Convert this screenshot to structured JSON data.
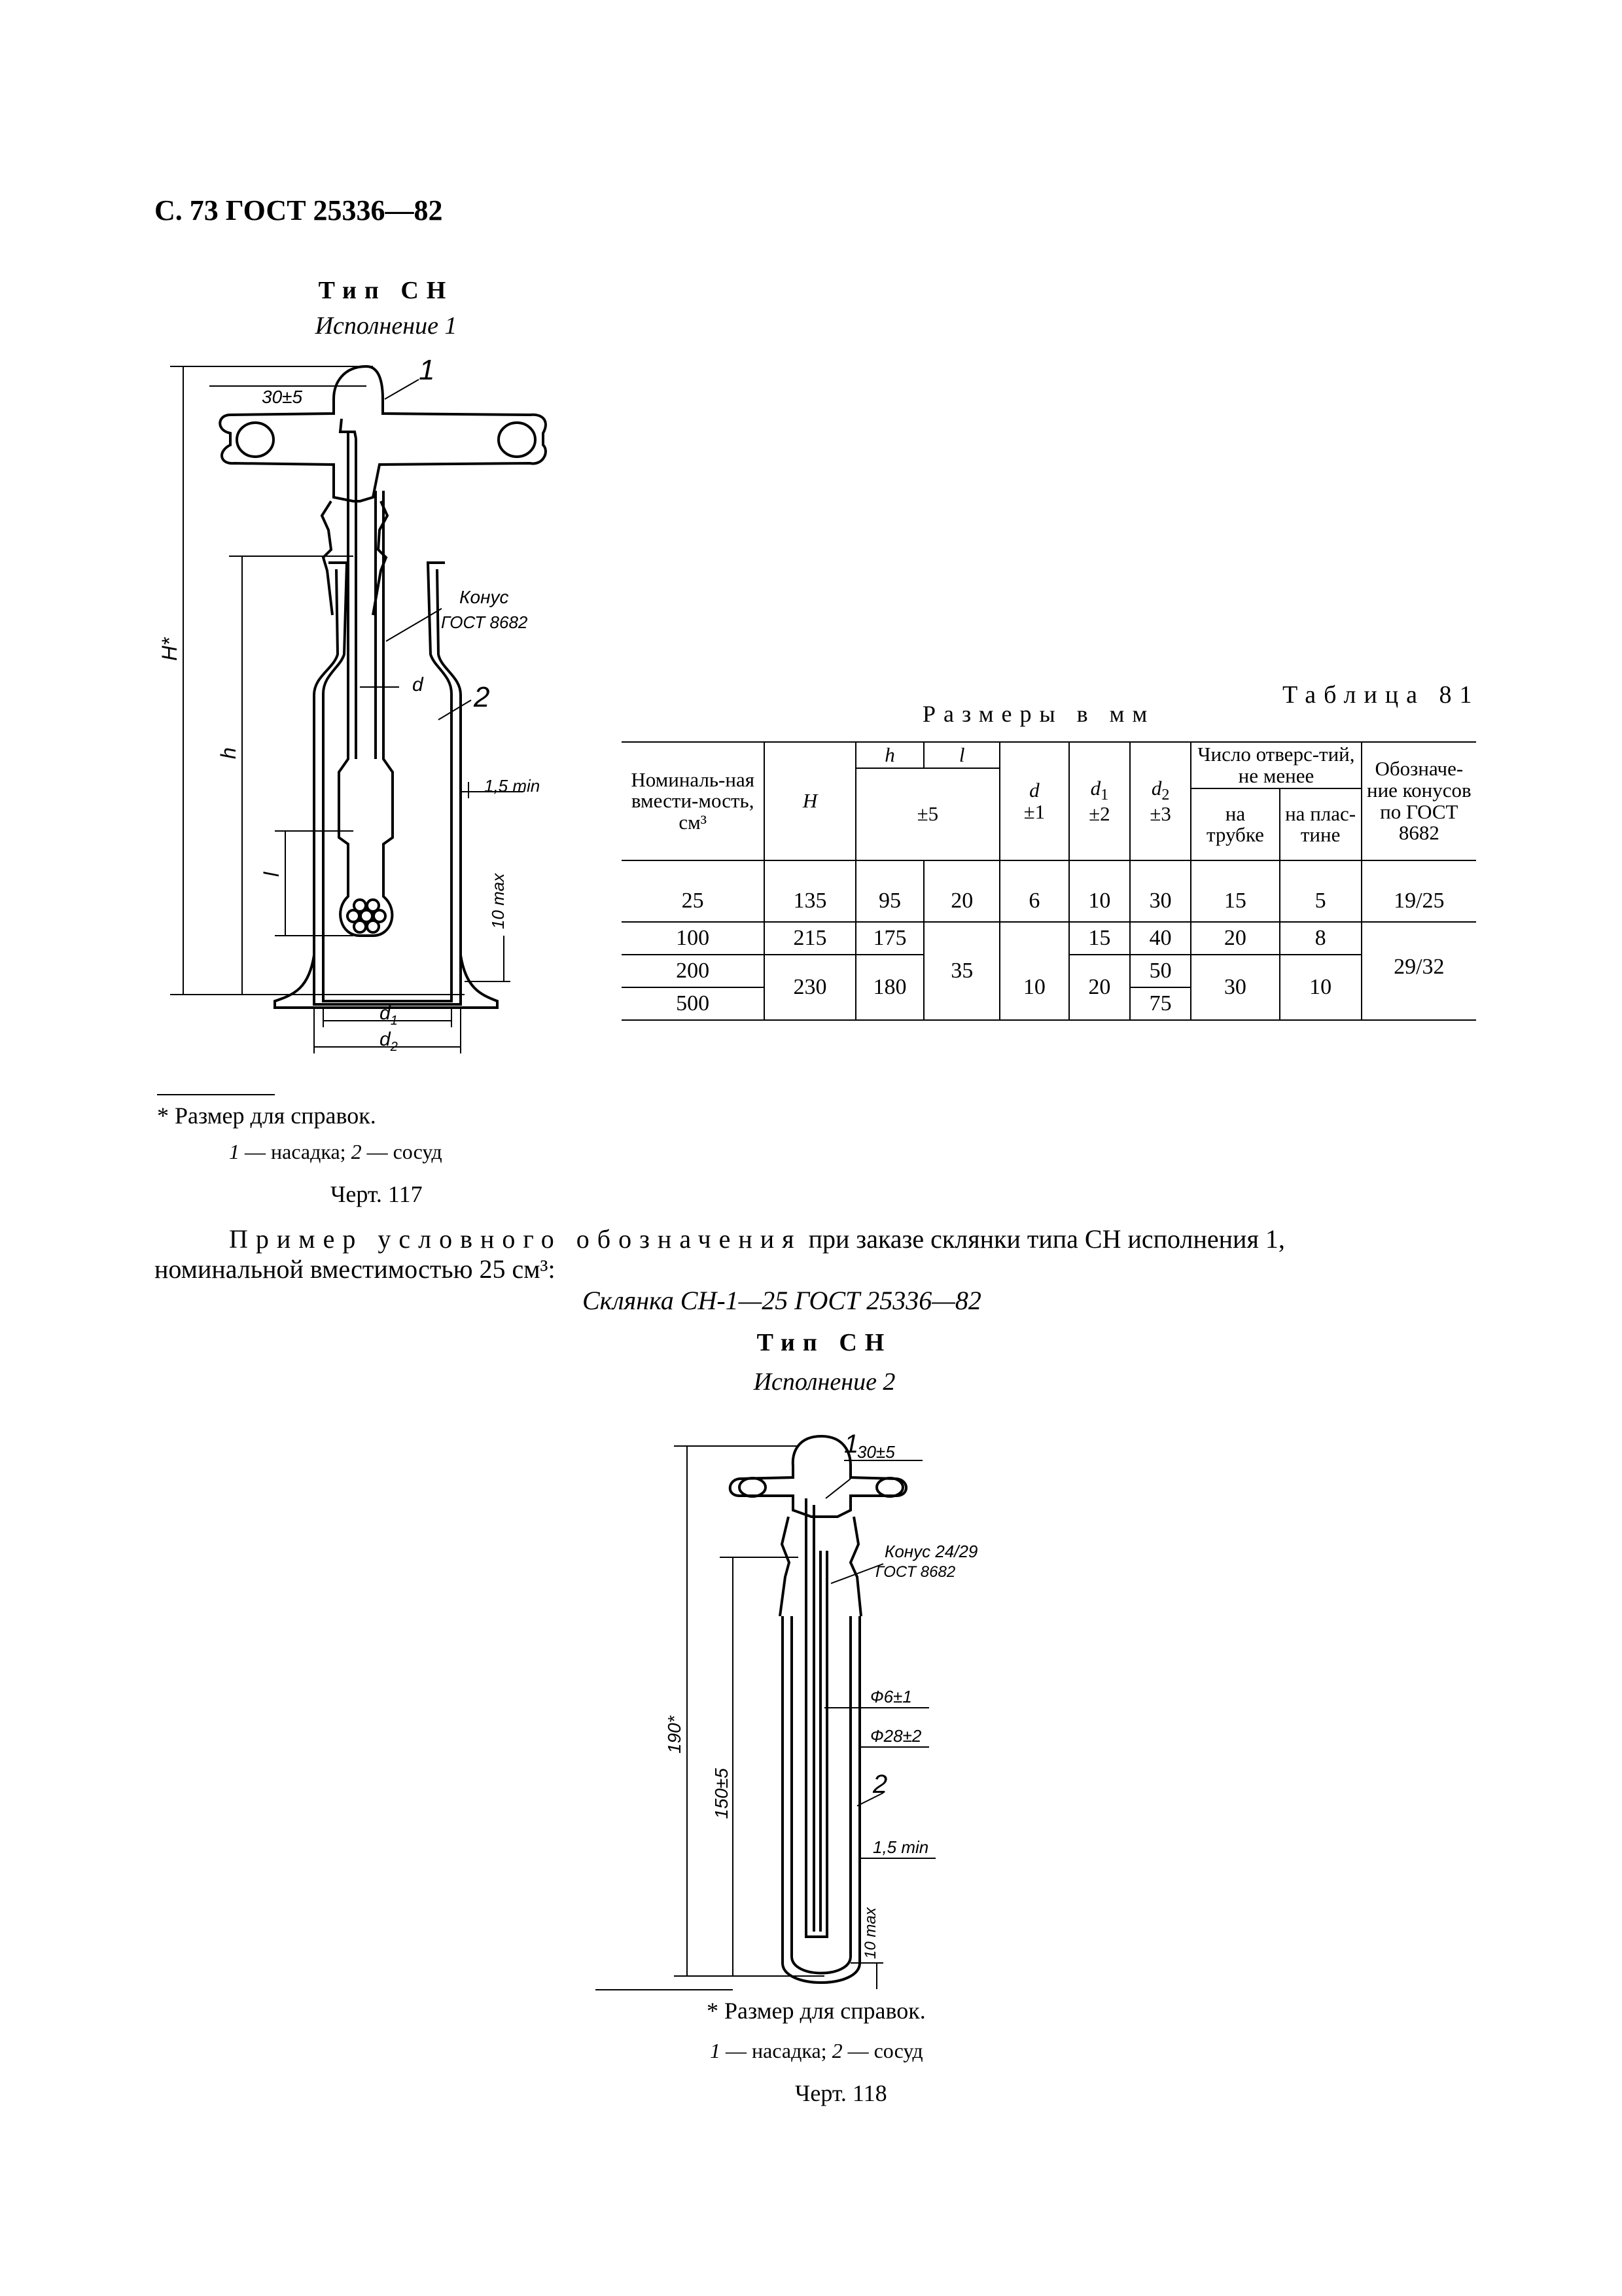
{
  "header": {
    "page_ref": "С. 73 ГОСТ 25336—82"
  },
  "figure117": {
    "type_title": "Тип СН",
    "variant": "Исполнение 1",
    "labels": {
      "dim_30": "30±5",
      "part1": "1",
      "part2": "2",
      "H": "H*",
      "h": "h",
      "l": "l",
      "d": "d",
      "d1": "d",
      "d1_sub": "1",
      "d2": "d",
      "d2_sub": "2",
      "cone": "Конус",
      "cone_std": "ГОСТ 8682",
      "wall": "1,5 min",
      "bottom": "10 max"
    },
    "footnote": "* Размер  для справок.",
    "legend_1": "1",
    "legend_1_text": " — насадка; ",
    "legend_2": "2",
    "legend_2_text": " — сосуд",
    "caption": "Черт. 117"
  },
  "table81": {
    "title": "Таблица 81",
    "subtitle": "Размеры в мм",
    "headers": {
      "nominal": "Номиналь-ная вмести-мость, см³",
      "H": "H",
      "h": "h",
      "l": "l",
      "tol_hl": "±5",
      "d": "d",
      "d_tol": "±1",
      "d1": "d",
      "d1_sub": "1",
      "d1_tol": "±2",
      "d2": "d",
      "d2_sub": "2",
      "d2_tol": "±3",
      "holes": "Число отверс-тий, не менее",
      "on_tube": "на трубке",
      "on_plate": "на плас-тине",
      "cone": "Обозначе-ние конусов по ГОСТ 8682"
    },
    "rows": [
      {
        "nominal": "25",
        "H": "135",
        "h": "95",
        "l": "20",
        "d": "6",
        "d1": "10",
        "d2": "30",
        "tube": "15",
        "plate": "5",
        "cone": "19/25"
      },
      {
        "nominal": "100",
        "H": "215",
        "h": "175",
        "l": "35",
        "d": "",
        "d1": "15",
        "d2": "40",
        "tube": "20",
        "plate": "8",
        "cone": "29/32"
      },
      {
        "nominal": "200",
        "H": "230",
        "h": "180",
        "l": "",
        "d": "10",
        "d1": "20",
        "d2": "50",
        "tube": "30",
        "plate": "10",
        "cone": ""
      },
      {
        "nominal": "500",
        "H": "",
        "h": "",
        "l": "",
        "d": "",
        "d1": "",
        "d2": "75",
        "tube": "",
        "plate": "",
        "cone": ""
      }
    ]
  },
  "example": {
    "lead": "Пример условного обозначения",
    "text1": " при заказе склянки типа СН исполнения 1,",
    "text2": "номинальной вместимостью 25 см³:",
    "designation": "Склянка СН-1—25  ГОСТ 25336—82"
  },
  "figure118": {
    "type_title": "Тип СН",
    "variant": "Исполнение 2",
    "labels": {
      "part1": "1",
      "part2": "2",
      "dim_30": "30±5",
      "dim_190": "190*",
      "dim_150": "150±5",
      "cone": "Конус 24/29",
      "cone_std": "ГОСТ 8682",
      "phi6": "Ф6±1",
      "phi28": "Ф28±2",
      "wall": "1,5 min",
      "bottom": "10 max"
    },
    "footnote": "* Размер  для справок.",
    "legend_1": "1",
    "legend_1_text": " — насадка; ",
    "legend_2": "2",
    "legend_2_text": " — сосуд",
    "caption": "Черт. 118"
  }
}
